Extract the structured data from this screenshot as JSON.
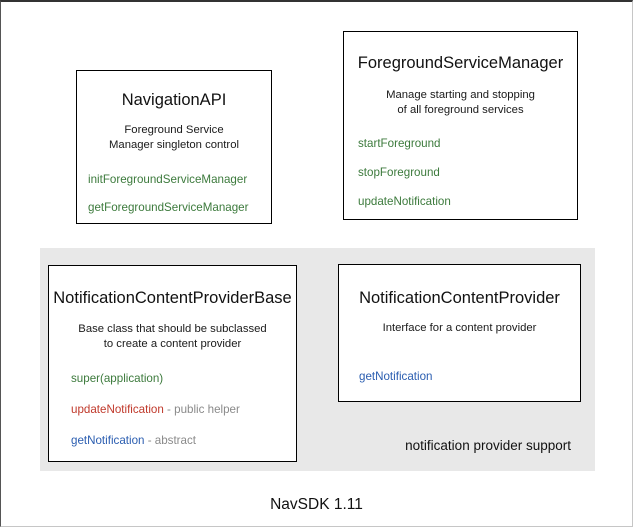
{
  "diagram": {
    "caption": "NavSDK 1.11",
    "group": {
      "label": "notification provider support"
    },
    "colors": {
      "method_green": "#3c7a3c",
      "method_red": "#c0392b",
      "method_blue": "#2a5db0",
      "note_gray": "#8a8a8a",
      "panel_background": "#e8e8e8",
      "box_background": "#ffffff",
      "box_border": "#000000",
      "text": "#111111"
    },
    "boxes": [
      {
        "id": "navigation-api",
        "title": "NavigationAPI",
        "description_lines": [
          "Foreground Service",
          "Manager singleton control"
        ],
        "members": [
          {
            "name": "initForegroundServiceManager",
            "note": "",
            "color": "green"
          },
          {
            "name": "getForegroundServiceManager",
            "note": "",
            "color": "green"
          }
        ]
      },
      {
        "id": "foreground-service-manager",
        "title": "ForegroundServiceManager",
        "description_lines": [
          "Manage starting and stopping",
          "of all foreground services"
        ],
        "members": [
          {
            "name": "startForeground",
            "note": "",
            "color": "green"
          },
          {
            "name": "stopForeground",
            "note": "",
            "color": "green"
          },
          {
            "name": "updateNotification",
            "note": "",
            "color": "green"
          }
        ]
      },
      {
        "id": "notification-content-provider-base",
        "title": "NotificationContentProviderBase",
        "description_lines": [
          "Base class that should be subclassed",
          "to create a content provider"
        ],
        "members": [
          {
            "name": "super(application)",
            "note": "",
            "color": "green"
          },
          {
            "name": "updateNotification",
            "note": " - public helper",
            "color": "red"
          },
          {
            "name": "getNotification",
            "note": " - abstract",
            "color": "blue"
          }
        ]
      },
      {
        "id": "notification-content-provider",
        "title": "NotificationContentProvider",
        "description_lines": [
          "Interface for a content provider"
        ],
        "members": [
          {
            "name": "getNotification",
            "note": "",
            "color": "blue"
          }
        ]
      }
    ]
  }
}
